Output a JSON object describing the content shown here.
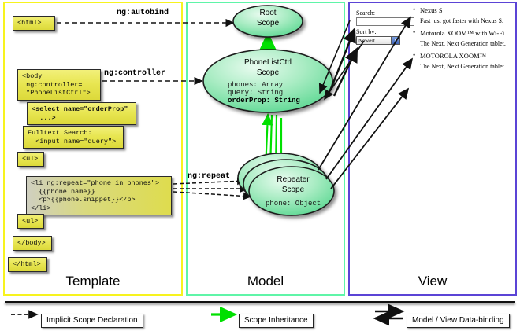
{
  "columns": [
    {
      "id": "template",
      "label": "Template",
      "border_color": "#f7f31e"
    },
    {
      "id": "model",
      "label": "Model",
      "border_color": "#5ff5a8"
    },
    {
      "id": "view",
      "label": "View",
      "border_color": "#5b44d6"
    }
  ],
  "template": {
    "boxes": [
      {
        "name": "html-open-tag",
        "text": "<html>"
      },
      {
        "name": "body-open-tag",
        "text": "<body\n ng:controller=\n \"PhoneListCtrl\">"
      },
      {
        "name": "select-tag",
        "text": "<select name=\"orderProp\"\n  ...>"
      },
      {
        "name": "fulltext-search",
        "text": "Fulltext Search:\n  <input name=\"query\">"
      },
      {
        "name": "ul-open-tag",
        "text": "<ul>"
      },
      {
        "name": "li-repeat",
        "text": "<li ng:repeat=\"phone in phones\">\n  {{phone.name}}\n  <p>{{phone.snippet}}</p>\n</li>"
      },
      {
        "name": "ul-close-tag",
        "text": "<ul>"
      },
      {
        "name": "body-close-tag",
        "text": "</body>"
      },
      {
        "name": "html-close-tag",
        "text": "</html>"
      }
    ]
  },
  "connectors": {
    "autobind": "ng:autobind",
    "controller": "ng:controller",
    "repeat": "ng:repeat"
  },
  "model": {
    "scopes": [
      {
        "name": "root-scope",
        "title_lines": [
          "Root",
          "Scope"
        ],
        "properties": []
      },
      {
        "name": "phonelistctrl-scope",
        "title_lines": [
          "PhoneListCtrl",
          "Scope"
        ],
        "properties": [
          {
            "text": "phones: Array",
            "bold": false
          },
          {
            "text": "query: String",
            "bold": false
          },
          {
            "text": "orderProp: String",
            "bold": true
          }
        ]
      },
      {
        "name": "repeater-scope",
        "title_lines": [
          "Repeater",
          "Scope"
        ],
        "properties": [
          {
            "text": "phone: Object",
            "bold": false
          }
        ]
      }
    ]
  },
  "view": {
    "search_label": "Search:",
    "search_value": "",
    "sort_label": "Sort by:",
    "sort_selected": "Newest",
    "phones": [
      {
        "name": "Nexus S",
        "snippet": "Fast just got faster with Nexus S."
      },
      {
        "name": "Motorola XOOM™ with Wi-Fi",
        "snippet": "The Next, Next Generation tablet."
      },
      {
        "name": "MOTOROLA XOOM™",
        "snippet": "The Next, Next Generation tablet."
      }
    ]
  },
  "legend": [
    {
      "name": "legend-implicit-scope-declaration",
      "label": "Implicit Scope Declaration",
      "style": "dashed-arrow",
      "color": "#111111"
    },
    {
      "name": "legend-scope-inheritance",
      "label": "Scope Inheritance",
      "style": "solid-arrow",
      "color": "#00e000"
    },
    {
      "name": "legend-model-view-data-binding",
      "label": "Model / View Data-binding",
      "style": "double-arrow",
      "color": "#111111"
    }
  ]
}
